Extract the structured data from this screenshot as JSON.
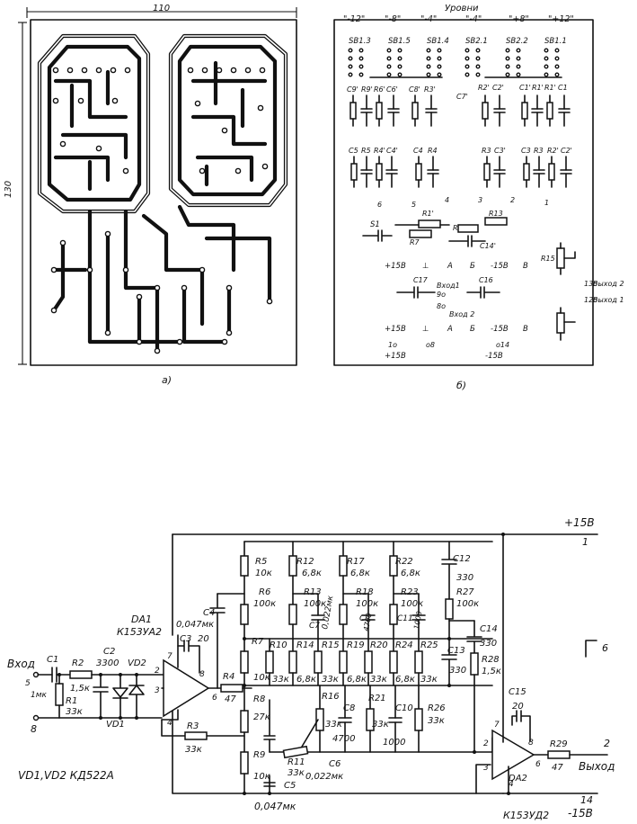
{
  "pcb_view": {
    "dim_width": "110",
    "dim_height": "130",
    "caption": "а)"
  },
  "layout_view": {
    "voltage_labels": [
      "\"-12\"",
      "\"-8\"",
      "\"-4\"",
      "\"-4\"",
      "\"+8\"",
      "\"+12\""
    ],
    "header": "Уровни",
    "switches": [
      "SB1.3",
      "SB1.5",
      "SB1.4",
      "SB2.1",
      "SB2.2",
      "SB1.1"
    ],
    "row1": [
      "C9'",
      "R9'",
      "R6'",
      "C6'",
      "C8'",
      "R3'",
      "C7'",
      "R2'",
      "C2'",
      "C1'",
      "R1'",
      "R1'",
      "C1"
    ],
    "row2": [
      "C5",
      "R5",
      "R4'",
      "C4'",
      "C4",
      "R4",
      "R3",
      "C3'",
      "C3",
      "R3",
      "R2'",
      "C2'"
    ],
    "s1": "S1",
    "parts_mid": [
      "R1'",
      "R7",
      "R14'",
      "R13",
      "C14'"
    ],
    "r15": "R15",
    "rail_a": [
      "+15В",
      "⊥",
      "А",
      "Б",
      "-15В",
      "В"
    ],
    "rail_b": [
      "+15В",
      "⊥",
      "А",
      "Б",
      "-15В",
      "В"
    ],
    "bottom_marks": [
      "+15В",
      "-15В"
    ],
    "in_out": [
      "Выход 2",
      "Выход 1",
      "Вход1",
      "Вход 2"
    ],
    "caption": "б)"
  },
  "schematic": {
    "power_pos": "+15В",
    "power_neg": "-15В",
    "pin1": "1",
    "pin2": "2",
    "pin6": "6",
    "pin8": "8",
    "pin14": "14",
    "input_label": "Вход",
    "output_label": "Выход",
    "da1_name": "DA1",
    "da1_type": "К153УА2",
    "da2_name": "DA2",
    "da2_type": "К153УД2",
    "diode_note": "VD1,VD2  КД522А",
    "c5_value": "0,047мк",
    "components": {
      "C1": "C1",
      "C1v": "5",
      "C1u": "1мк",
      "R2": "R2",
      "R2v": "1,5к",
      "R1": "R1",
      "R1v": "33к",
      "C2": "C2",
      "C2v": "3300",
      "VD1": "VD1",
      "VD2": "VD2",
      "C3": "C3",
      "C3v": "20",
      "C4": "C4",
      "C4v": "0,047мк",
      "R3": "R3",
      "R3v": "33к",
      "R4": "R4",
      "R4v": "47",
      "R5": "R5",
      "R5v": "10к",
      "R6": "R6",
      "R6v": "100к",
      "R7": "R7",
      "R7v": "10к",
      "R8": "R8",
      "R8v": "27к",
      "R9": "R9",
      "R9v": "10к",
      "R10": "R10",
      "R10v": "33к",
      "R11": "R11",
      "R11v": "33к",
      "C5": "C5",
      "C6": "C6",
      "C6v": "0,022мк",
      "R12": "R12",
      "R12v": "6,8к",
      "R13": "R13",
      "R13v": "100к",
      "C7": "C7",
      "C7v": "0,022мк",
      "R14": "R14",
      "R14v": "6,8к",
      "R15": "R15",
      "R15v": "33к",
      "R16": "R16",
      "R16v": "33к",
      "R17": "R17",
      "R17v": "6,8к",
      "R18": "R18",
      "R18v": "100к",
      "C8": "C8",
      "C8v": "4700",
      "C9": "C9",
      "C9v": "4700",
      "R19": "R19",
      "R19v": "6,8к",
      "R20": "R20",
      "R20v": "33к",
      "R21": "R21",
      "R21v": "33к",
      "R22": "R22",
      "R22v": "6,8к",
      "R23": "R23",
      "R23v": "100к",
      "C10": "C10",
      "C10v": "1000",
      "C11": "C11",
      "C11v": "1000",
      "R24": "R24",
      "R24v": "6,8к",
      "R25": "R25",
      "R25v": "33к",
      "R26": "R26",
      "R26v": "33к",
      "C12": "C12",
      "C12v": "330",
      "R27": "R27",
      "R27v": "100к",
      "C13": "C13",
      "C13v": "330",
      "C14": "C14",
      "C14v": "330",
      "R28": "R28",
      "R28v": "1,5к",
      "C15": "C15",
      "C15v": "20",
      "R29": "R29",
      "R29v": "47"
    },
    "pins": {
      "da1_7": "7",
      "da1_8": "8",
      "da1_2": "2",
      "da1_3": "3",
      "da1_4": "4",
      "da1_6": "6",
      "da2_7": "7",
      "da2_8": "8",
      "da2_2": "2",
      "da2_3": "3",
      "da2_4": "4",
      "da2_6": "6"
    }
  }
}
